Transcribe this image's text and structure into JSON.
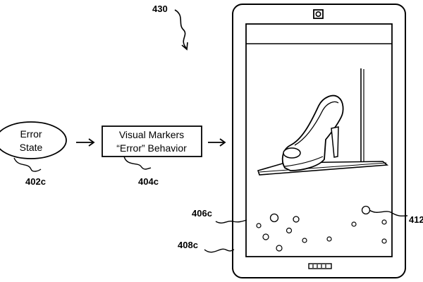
{
  "figure_number": "430",
  "state_node": {
    "lines": [
      "Error",
      "State"
    ],
    "ref": "402c"
  },
  "markers_node": {
    "lines": [
      "Visual Markers",
      "“Error” Behavior"
    ],
    "ref": "404c"
  },
  "device": {
    "content_ref": "406c",
    "screen_ref": "408c",
    "marker_ref": "412"
  },
  "icons": {
    "camera": "front-camera-icon",
    "home": "home-button-icon",
    "shoe": "high-heel-shoe-image"
  },
  "colors": {
    "ink": "#000000",
    "background": "#ffffff"
  }
}
